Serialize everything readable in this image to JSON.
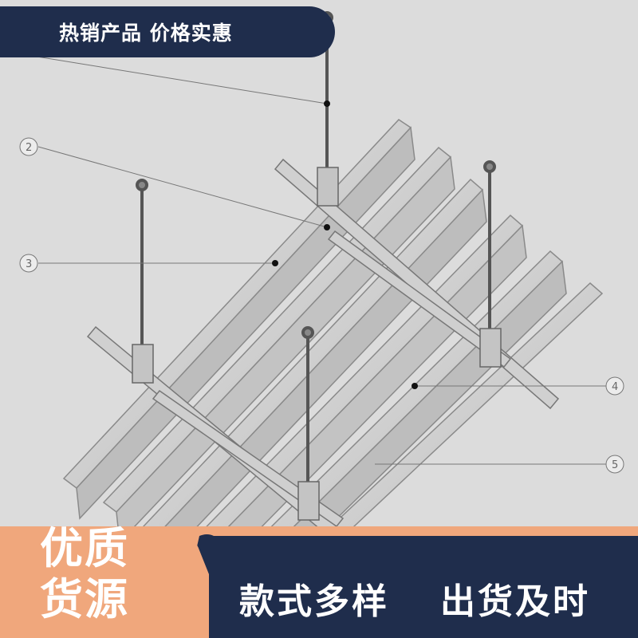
{
  "banner": {
    "text": "热销产品 价格实惠"
  },
  "badge": {
    "line1": "优质",
    "line2": "货源"
  },
  "slogans": {
    "left": "款式多样",
    "right": "出货及时"
  },
  "callouts": [
    "2",
    "3",
    "4",
    "5"
  ],
  "colors": {
    "navy": "#1f2d4c",
    "coral": "#f0a77c",
    "metal": "#c7c7c7",
    "background": "#dcdcdc"
  }
}
